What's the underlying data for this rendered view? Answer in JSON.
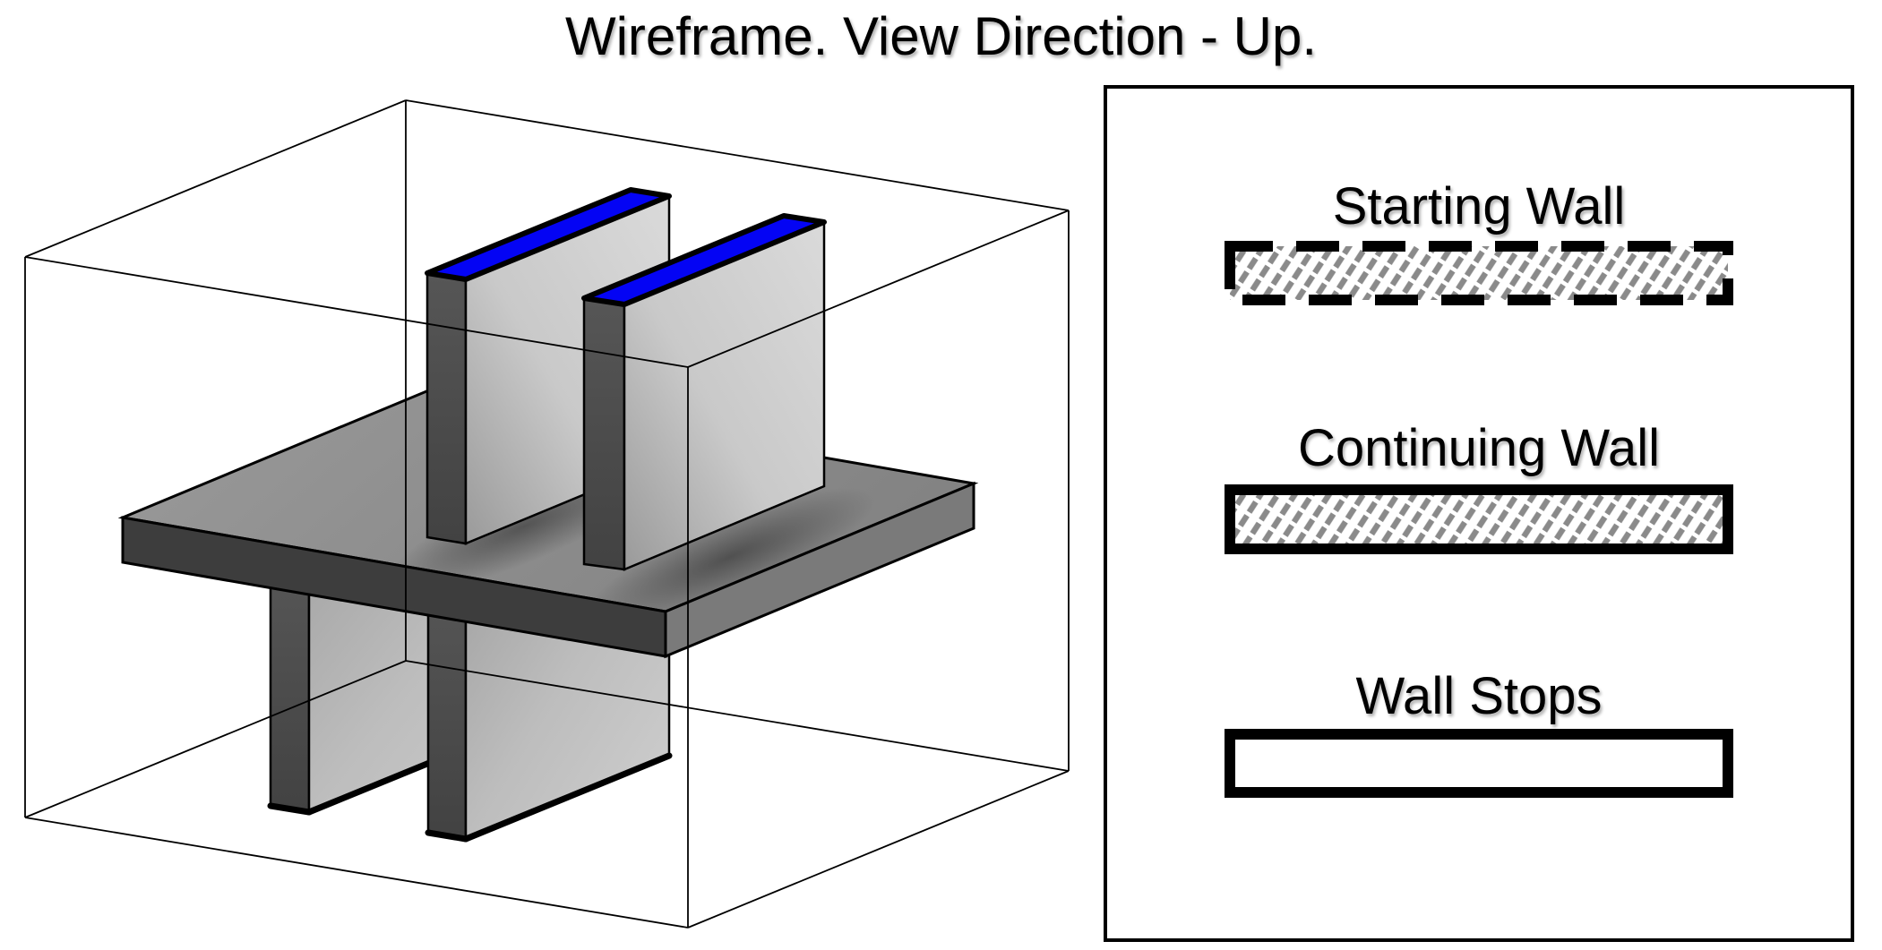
{
  "title": "Wireframe. View Direction - Up.",
  "legend": {
    "items": [
      {
        "label": "Starting Wall",
        "border_style": "dashed",
        "fill": "diagonal-hatch"
      },
      {
        "label": "Continuing Wall",
        "border_style": "solid",
        "fill": "diagonal-hatch"
      },
      {
        "label": "Wall Stops",
        "border_style": "solid",
        "fill": "white"
      }
    ]
  },
  "scene": {
    "view_mode": "Wireframe",
    "view_direction": "Up",
    "elements": [
      "section box wireframe",
      "floor slab",
      "upper wall 1 with highlighted top",
      "upper wall 2 with highlighted top",
      "lower wall 1",
      "lower wall 2"
    ]
  },
  "colors": {
    "background": "#ffffff",
    "line": "#000000",
    "wall_top_highlight": "#0404f4",
    "hatch_gray": "#8a8a8a",
    "slab_top": "#8d8d8d",
    "slab_front": "#3d3d3d",
    "slab_side": "#7a7a7a",
    "wall_end_dark": "#4c4c4c",
    "wall_face_light": "#cccccc"
  }
}
